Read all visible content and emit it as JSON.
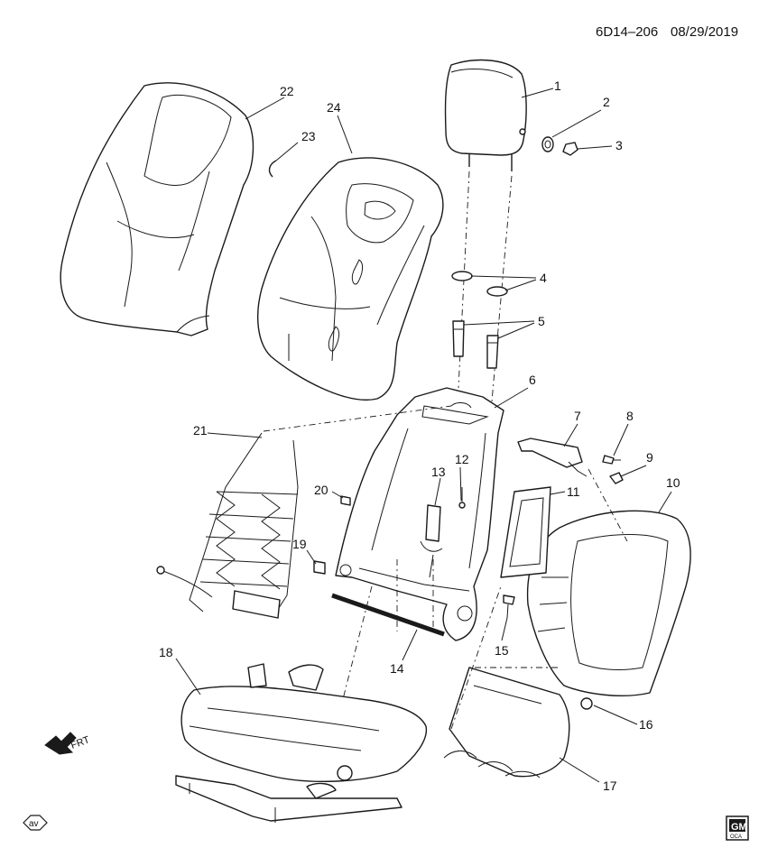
{
  "header": {
    "diagram_code": "6D14–206",
    "date": "08/29/2019"
  },
  "callouts": {
    "c1": "1",
    "c2": "2",
    "c3": "3",
    "c4": "4",
    "c5": "5",
    "c6": "6",
    "c7": "7",
    "c8": "8",
    "c9": "9",
    "c10": "10",
    "c11": "11",
    "c12": "12",
    "c13": "13",
    "c14": "14",
    "c15": "15",
    "c16": "16",
    "c17": "17",
    "c18": "18",
    "c19": "19",
    "c20": "20",
    "c21": "21",
    "c22": "22",
    "c23": "23",
    "c24": "24"
  },
  "front_indicator": "FRT",
  "corner_marks": {
    "left_badge": "av",
    "brand_top": "GM",
    "brand_bottom": "OCA"
  }
}
